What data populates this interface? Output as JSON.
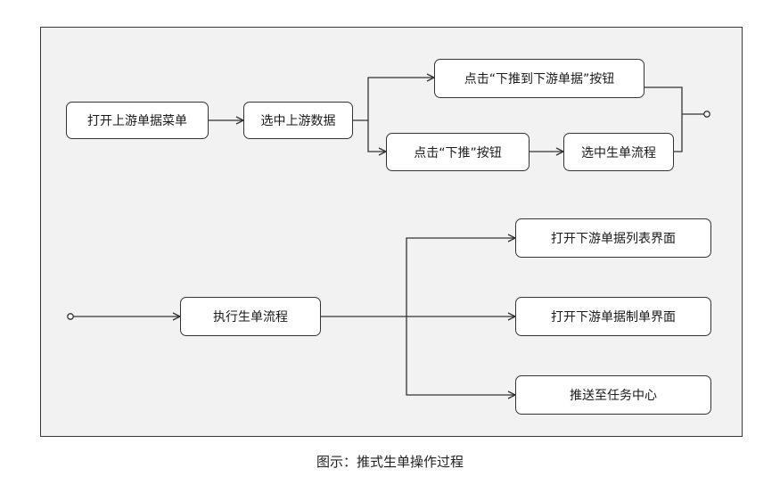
{
  "diagram": {
    "nodes": {
      "open_upstream_menu": "打开上游单据菜单",
      "select_upstream_data": "选中上游数据",
      "click_push_to_downstream_button": "点击“下推到下游单据”按钮",
      "click_push_button": "点击“下推”按钮",
      "select_generation_flow": "选中生单流程",
      "execute_generation_flow": "执行生单流程",
      "open_downstream_list": "打开下游单据列表界面",
      "open_downstream_edit": "打开下游单据制单界面",
      "push_to_task_center": "推送至任务中心"
    }
  },
  "caption": "图示：推式生单操作过程"
}
